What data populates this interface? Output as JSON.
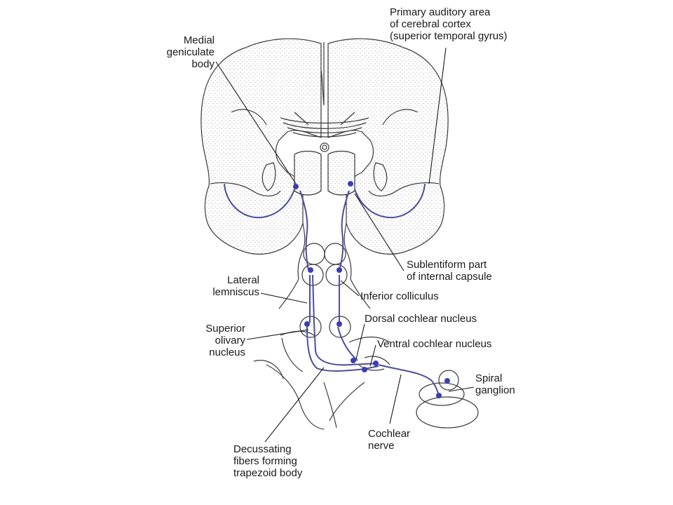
{
  "colors": {
    "pathway": "#4b4e9c",
    "neuron": "#3a3fb0",
    "outline": "#3a3a3a"
  },
  "labels": {
    "primary_auditory": [
      "Primary auditory area",
      "of cerebral cortex",
      "(superior temporal gyrus)"
    ],
    "medial_geniculate": [
      "Medial",
      "geniculate",
      "body"
    ],
    "sublentiform": [
      "Sublentiform part",
      "of internal capsule"
    ],
    "lateral_lemniscus": [
      "Lateral",
      "lemniscus"
    ],
    "inferior_colliculus": [
      "Inferior colliculus"
    ],
    "superior_olivary": [
      "Superior",
      "olivary",
      "nucleus"
    ],
    "dorsal_cochlear": [
      "Dorsal cochlear nucleus"
    ],
    "ventral_cochlear": [
      "Ventral cochlear nucleus"
    ],
    "spiral_ganglion": [
      "Spiral",
      "ganglion"
    ],
    "cochlear_nerve": [
      "Cochlear",
      "nerve"
    ],
    "decussating": [
      "Decussating",
      "fibers forming",
      "trapezoid body"
    ]
  }
}
